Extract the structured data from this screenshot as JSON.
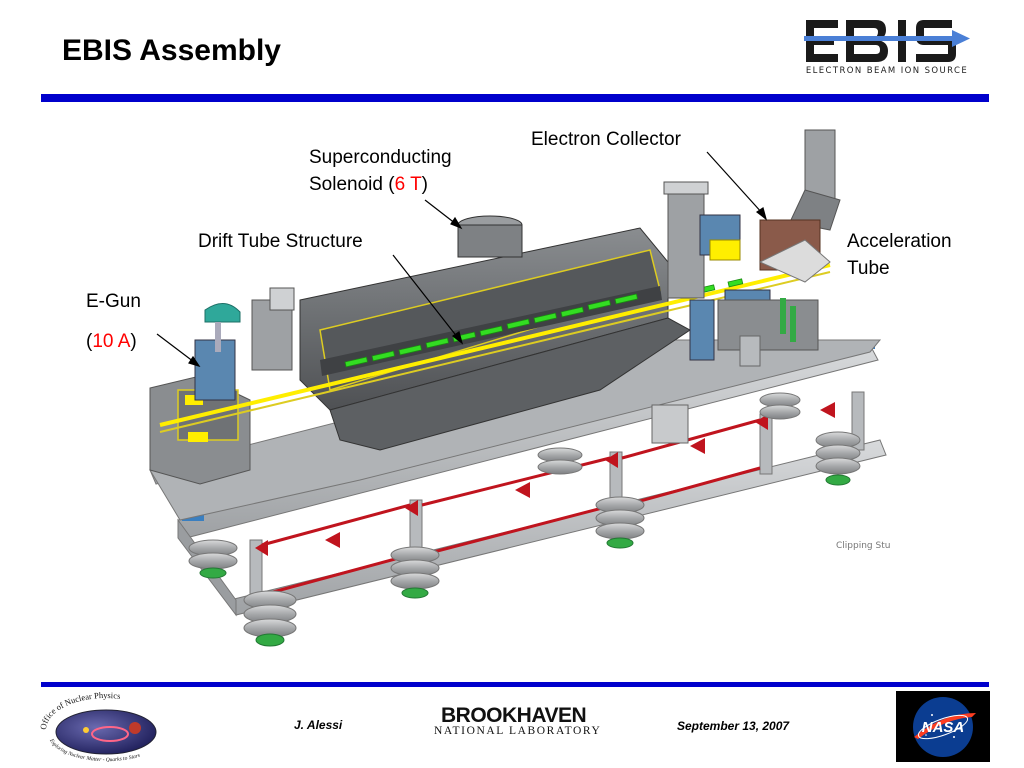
{
  "slide": {
    "title": "EBIS Assembly",
    "logo": {
      "text": "EBIS",
      "caption": "ELECTRON BEAM ION SOURCE"
    }
  },
  "labels": {
    "electron_collector": "Electron Collector",
    "solenoid_line1": "Superconducting",
    "solenoid_line2_prefix": "Solenoid (",
    "solenoid_value": "6 T",
    "solenoid_suffix": ")",
    "drift_tube": "Drift Tube Structure",
    "acceleration_line1": "Acceleration",
    "acceleration_line2": "Tube",
    "egun": "E-Gun",
    "egun_prefix": "(",
    "egun_value": "10 A",
    "egun_suffix": ")"
  },
  "clipping_text": "Clipping Stu",
  "footer": {
    "office_seal_top": "Office of Nuclear Physics",
    "office_seal_bottom": "Exploring Nuclear Matter - Quarks to Stars",
    "author": "J. Alessi",
    "lab_name": "BROOKHAVEN",
    "lab_sub": "NATIONAL LABORATORY",
    "date": "September  13, 2007",
    "nasa": "NASA"
  },
  "colors": {
    "rule": "#0000cc",
    "accent_red": "#ff0000",
    "machine_gray": "#6f7275",
    "frame_red": "#c0141e",
    "beam_green": "#33dd22"
  }
}
